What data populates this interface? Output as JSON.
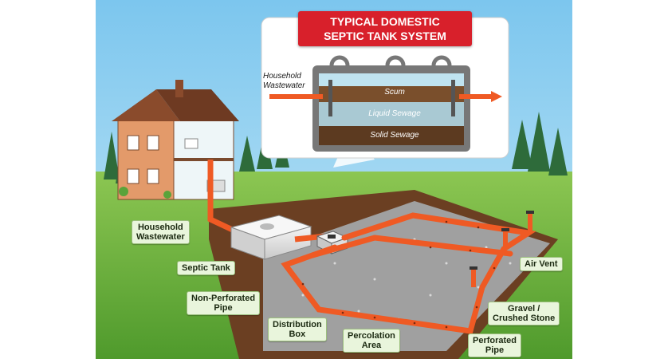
{
  "diagram": {
    "title_line1": "TYPICAL DOMESTIC",
    "title_line2": "SEPTIC TANK SYSTEM",
    "inset": {
      "inlet_label": "Household\nWastewater",
      "layers": [
        "Scum",
        "Liquid Sewage",
        "Solid Sewage"
      ]
    },
    "callouts": [
      {
        "key": "household_wastewater",
        "text": "Household\nWastewater"
      },
      {
        "key": "septic_tank",
        "text": "Septic Tank"
      },
      {
        "key": "non_perforated_pipe",
        "text": "Non-Perforated\nPipe"
      },
      {
        "key": "distribution_box",
        "text": "Distribution\nBox"
      },
      {
        "key": "percolation_area",
        "text": "Percolation\nArea"
      },
      {
        "key": "perforated_pipe",
        "text": "Perforated\nPipe"
      },
      {
        "key": "gravel",
        "text": "Gravel /\nCrushed Stone"
      },
      {
        "key": "air_vent",
        "text": "Air Vent"
      }
    ],
    "colors": {
      "sky": "#9fd6f2",
      "grass": "#6fb33f",
      "soil": "#6b3f22",
      "gravel": "#9a9a9a",
      "pipe": "#ef5a24",
      "banner": "#d8202b",
      "label_bg": "#e9f5dc"
    }
  }
}
